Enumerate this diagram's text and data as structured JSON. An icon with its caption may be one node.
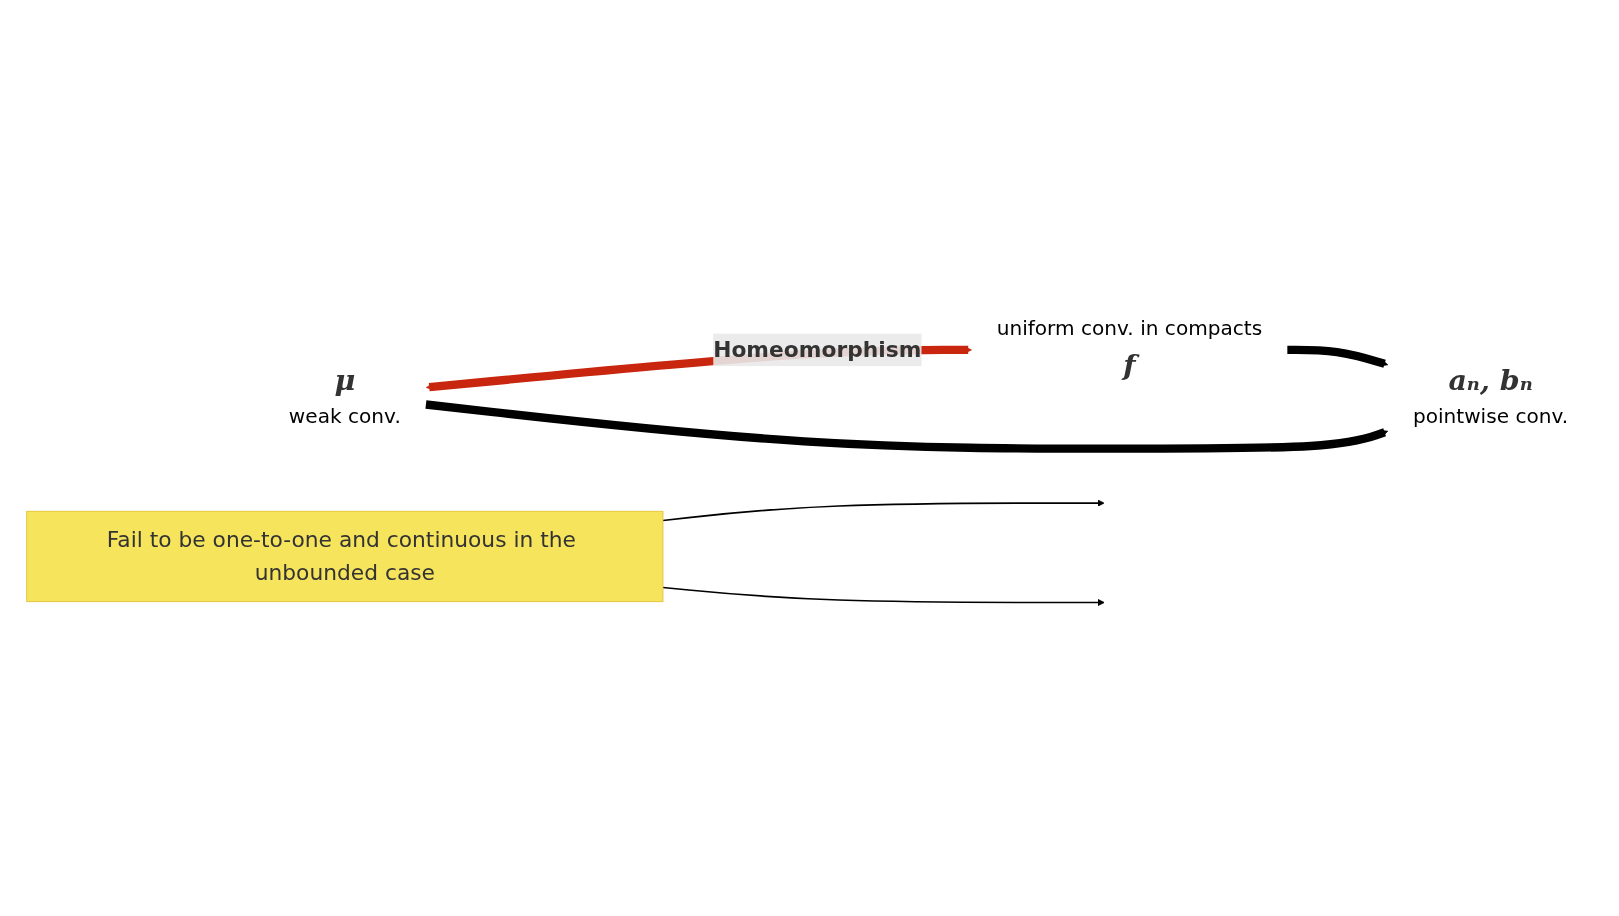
{
  "diagram": {
    "nodes": [
      {
        "text": [
          "f"
        ],
        "beside": [
          "uniform conv. in compacts"
        ]
      },
      {
        "text": [
          "μ"
        ],
        "beside": [
          "weak conv."
        ]
      },
      {
        "text": [
          "aₙ, bₙ"
        ],
        "beside": [
          "pointwise conv."
        ]
      },
      {
        "text": [
          "Fail to be one-to-one and continuous in the unbounded case"
        ]
      }
    ],
    "edges": [
      {
        "from": 0,
        "to": 2,
        "arrow": "to"
      },
      {
        "from": 1,
        "to": 0,
        "arrow": "both",
        "color": "#c8260e",
        "label": "Homeomorphism"
      },
      {
        "from": 1,
        "to": 2,
        "arrow": "to"
      },
      {
        "from": 3,
        "to": null,
        "arrow": "to"
      },
      {
        "from": 3,
        "to": null,
        "arrow": "to"
      }
    ]
  }
}
